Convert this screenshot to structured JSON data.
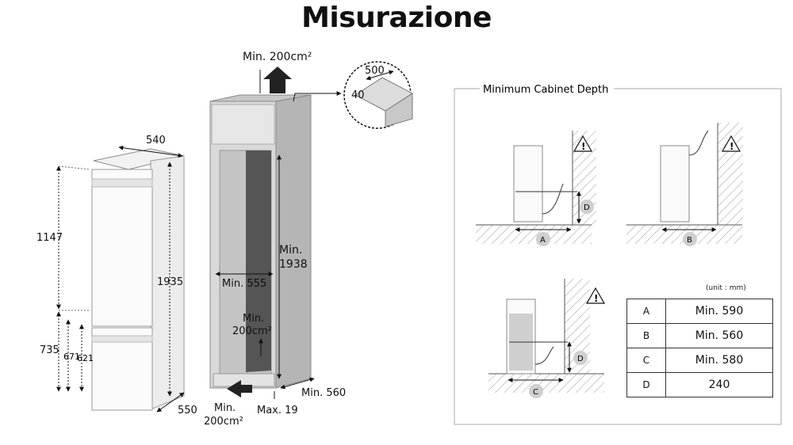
{
  "page_title": "Misurazione",
  "left_fridge": {
    "width_label": "540",
    "height_upper_label": "1147",
    "height_total_label": "1935",
    "height_lower_label": "735",
    "height_671_label": "671",
    "height_621_label": "621",
    "depth_label": "550"
  },
  "cabinet": {
    "top_vent_label": "Min. 200cm²",
    "inner_width_label": "Min. 555",
    "inner_height_label": "Min.\n1938",
    "inner_vent_label": "Min.\n200cm²",
    "bottom_vent_label": "Min.\n200cm²",
    "gap_label": "Max. 19",
    "depth_label": "Min. 560",
    "detail_500_label": "500",
    "detail_40_label": "40"
  },
  "depth_panel": {
    "title": "Minimum Cabinet Depth",
    "unit_label": "(unit : mm)",
    "marker_a": "A",
    "marker_b": "B",
    "marker_c": "C",
    "marker_d": "D",
    "rows": [
      {
        "key": "A",
        "value": "Min. 590"
      },
      {
        "key": "B",
        "value": "Min. 560"
      },
      {
        "key": "C",
        "value": "Min. 580"
      },
      {
        "key": "D",
        "value": "240"
      }
    ]
  }
}
